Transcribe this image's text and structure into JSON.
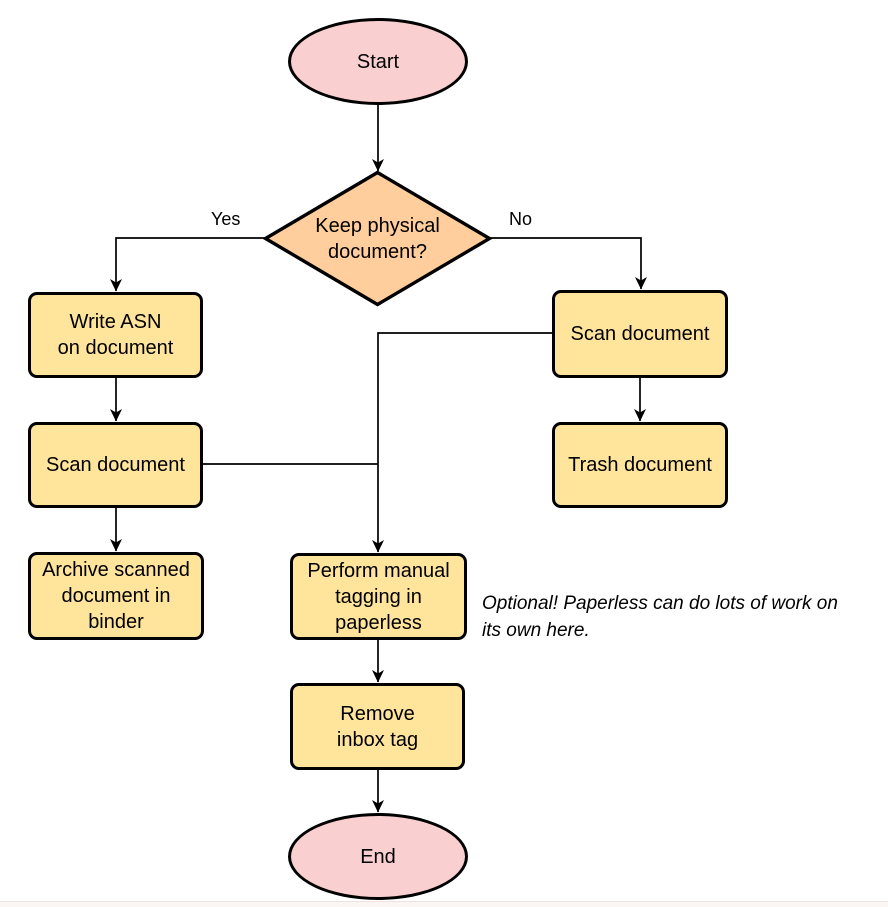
{
  "colors": {
    "terminal_fill": "#f9cfcf",
    "decision_fill": "#ffce9c",
    "process_fill": "#ffe49c",
    "stroke": "#000000",
    "background": "#ffffff"
  },
  "nodes": {
    "start": {
      "type": "terminal",
      "label": "Start"
    },
    "decision": {
      "type": "decision",
      "label": "Keep physical\ndocument?"
    },
    "write_asn": {
      "type": "process",
      "label": "Write ASN\non document"
    },
    "scan_left": {
      "type": "process",
      "label": "Scan document"
    },
    "archive": {
      "type": "process",
      "label": "Archive scanned\ndocument in\nbinder"
    },
    "scan_right": {
      "type": "process",
      "label": "Scan document"
    },
    "trash": {
      "type": "process",
      "label": "Trash document"
    },
    "tagging": {
      "type": "process",
      "label": "Perform manual\ntagging in\npaperless"
    },
    "remove_inbox": {
      "type": "process",
      "label": "Remove\ninbox tag"
    },
    "end": {
      "type": "terminal",
      "label": "End"
    }
  },
  "edge_labels": {
    "yes": "Yes",
    "no": "No"
  },
  "edges": [
    {
      "from": "start",
      "to": "decision"
    },
    {
      "from": "decision",
      "to": "write_asn",
      "label": "Yes"
    },
    {
      "from": "decision",
      "to": "scan_right",
      "label": "No"
    },
    {
      "from": "write_asn",
      "to": "scan_left"
    },
    {
      "from": "scan_left",
      "to": "archive"
    },
    {
      "from": "scan_left",
      "to": "tagging"
    },
    {
      "from": "scan_right",
      "to": "trash"
    },
    {
      "from": "scan_right",
      "to": "tagging"
    },
    {
      "from": "tagging",
      "to": "remove_inbox"
    },
    {
      "from": "remove_inbox",
      "to": "end"
    }
  ],
  "note": {
    "text": "Optional! Paperless can do lots of work on\nits own here."
  }
}
